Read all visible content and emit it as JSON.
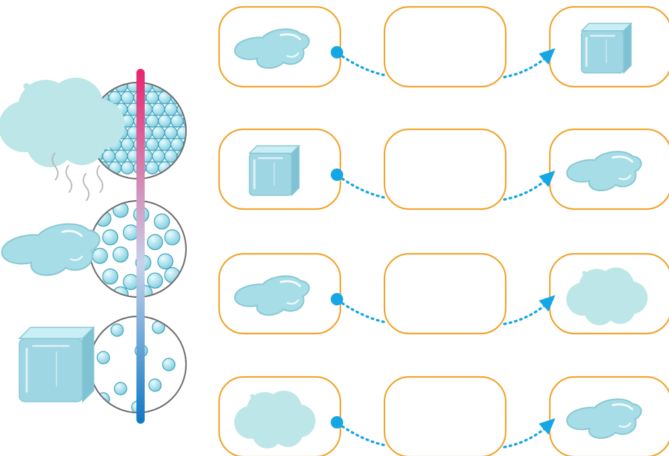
{
  "colors": {
    "box_border": "#f2a32a",
    "connector": "#15a6e6",
    "water": "#a6dde6",
    "water_edge": "#86c7d3",
    "ice": "#9fd6e4",
    "cloud": "#bde6e8",
    "particle": "#86d0e0",
    "particle_edge": "#3a9fb8",
    "bar_top": "#e8246e",
    "bar_mid": "#c7d2ea",
    "bar_bottom": "#0d78c4"
  },
  "legend": {
    "states": [
      {
        "icon": "cloud-icon",
        "particles": "gas"
      },
      {
        "icon": "puddle-icon",
        "particles": "liquid"
      },
      {
        "icon": "ice-cube-icon",
        "particles": "solid"
      }
    ]
  },
  "rows": [
    {
      "from": "puddle-icon",
      "to": "ice-cube-icon",
      "answer": ""
    },
    {
      "from": "ice-cube-icon",
      "to": "puddle-icon",
      "answer": ""
    },
    {
      "from": "puddle-icon",
      "to": "cloud-icon",
      "answer": ""
    },
    {
      "from": "cloud-icon",
      "to": "puddle-icon",
      "answer": ""
    }
  ]
}
